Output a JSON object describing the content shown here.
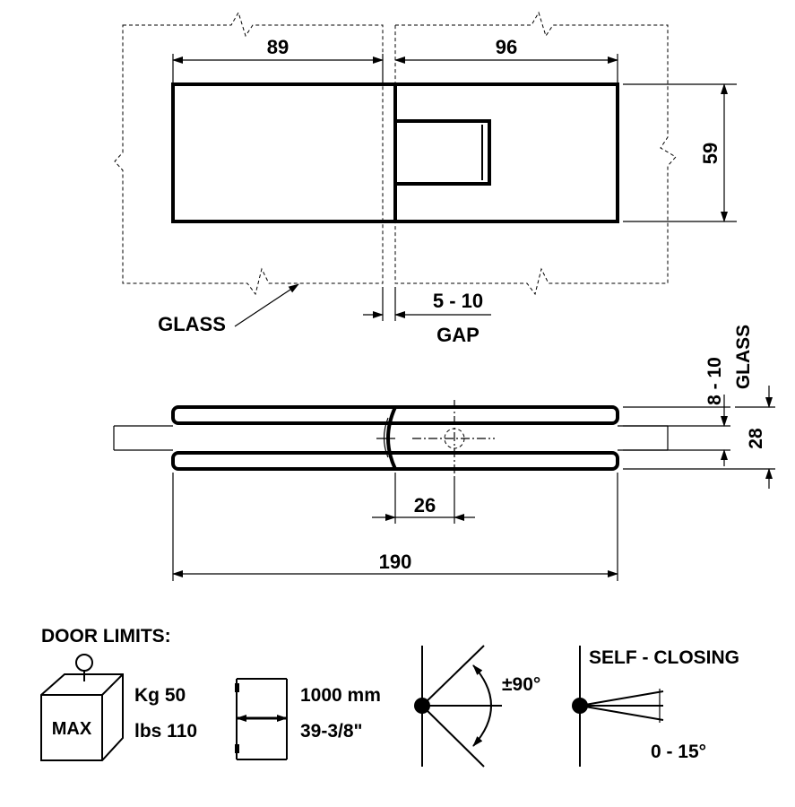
{
  "dims": {
    "width_left": "89",
    "width_right": "96",
    "height": "59",
    "gap_range": "5 - 10",
    "gap_label": "GAP",
    "glass_label": "GLASS",
    "glass_thickness": "8 - 10",
    "glass_thickness_label": "GLASS",
    "depth": "28",
    "pivot_offset": "26",
    "total_length": "190"
  },
  "limits": {
    "title": "DOOR LIMITS:",
    "max_label": "MAX",
    "kg": "Kg 50",
    "lbs": "lbs 110",
    "width_mm": "1000 mm",
    "width_in": "39-3/8\"",
    "angle": "±90°",
    "self_closing": "SELF - CLOSING",
    "closing_range": "0 - 15°"
  }
}
